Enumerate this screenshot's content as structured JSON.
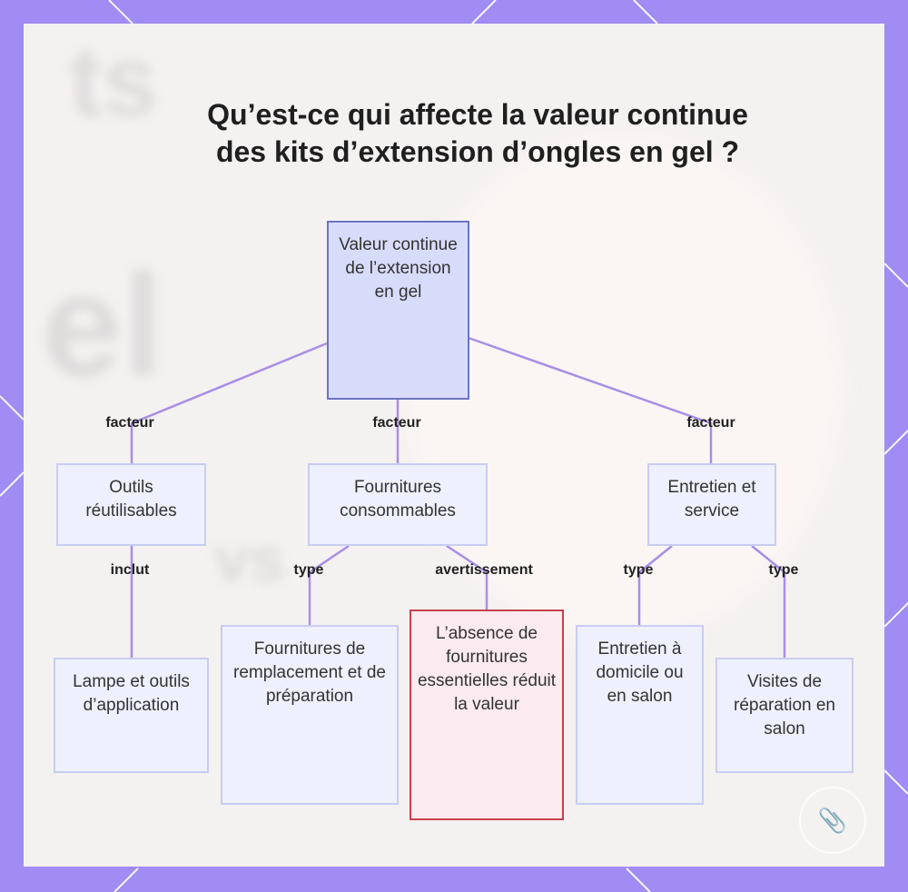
{
  "title": "Qu’est-ce qui affecte la valeur continue des kits d’extension d’ongles en gel ?",
  "colors": {
    "frame": "#a08cf2",
    "edge": "#a98ee6",
    "root_fill": "#d8dcfb",
    "root_border": "#6b75c0",
    "node_fill": "#eef0fd",
    "node_border": "#c8cdf1",
    "warn_fill": "#fbeaf0",
    "warn_border": "#c8404f"
  },
  "nodes": {
    "root": "Valeur continue de l’extension en gel",
    "outils": "Outils réutilisables",
    "fournitures": "Fournitures consommables",
    "entretien": "Entretien et service",
    "lampe": "Lampe et outils d’application",
    "remplacement": "Fournitures de remplacement et de préparation",
    "absence": "L’absence de fournitures essentielles réduit la valeur",
    "domicile": "Entretien à domicile ou en salon",
    "visites": "Visites de réparation en salon"
  },
  "edge_labels": {
    "root_outils": "facteur",
    "root_fournitures": "facteur",
    "root_entretien": "facteur",
    "outils_lampe": "inclut",
    "fournitures_remplacement": "type",
    "fournitures_absence": "avertissement",
    "entretien_domicile": "type",
    "entretien_visites": "type"
  },
  "watermark_icon": "logo-seal-icon"
}
